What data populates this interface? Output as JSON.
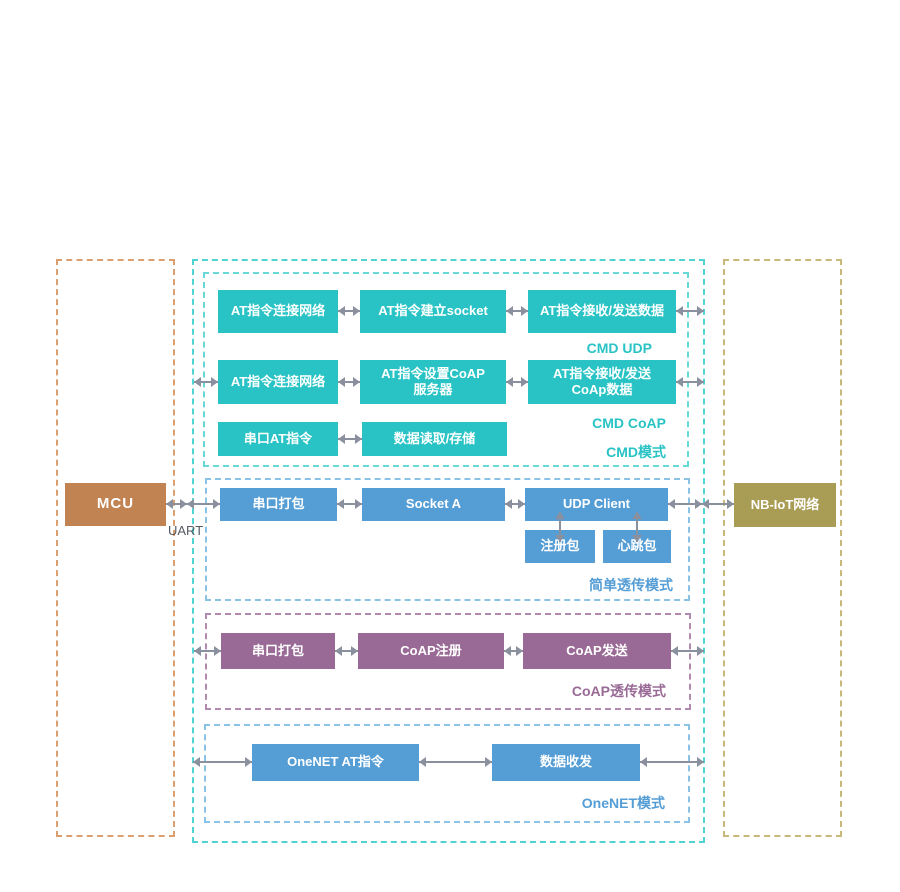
{
  "colors": {
    "teal": "#29c3c5",
    "blue": "#559dd5",
    "purple": "#996a96",
    "mcu_brown": "#c28352",
    "network_olive": "#a99c55",
    "arrow_gray": "#8b909e",
    "dash_orange": "#dc9f70",
    "dash_khaki": "#c8b97b"
  },
  "mcu": {
    "label": "MCU"
  },
  "uart_label": "UART",
  "network": {
    "label": "NB-IoT网络"
  },
  "cmd": {
    "udp": {
      "b1": "AT指令连接网络",
      "b2": "AT指令建立socket",
      "b3": "AT指令接收/发送数据",
      "label": "CMD UDP"
    },
    "coap": {
      "b1": "AT指令连接网络",
      "b2": "AT指令设置CoAP\n服务器",
      "b3": "AT指令接收/发送\nCoAp数据",
      "label": "CMD CoAP"
    },
    "serial": {
      "b1": "串口AT指令",
      "b2": "数据读取/存储",
      "label": "CMD模式"
    }
  },
  "simple": {
    "b1": "串口打包",
    "b2": "Socket A",
    "b3": "UDP Client",
    "sub1": "注册包",
    "sub2": "心跳包",
    "label": "简单透传模式"
  },
  "coap_mode": {
    "b1": "串口打包",
    "b2": "CoAP注册",
    "b3": "CoAP发送",
    "label": "CoAP透传模式"
  },
  "onenet": {
    "b1": "OneNET AT指令",
    "b2": "数据收发",
    "label": "OneNET模式"
  }
}
